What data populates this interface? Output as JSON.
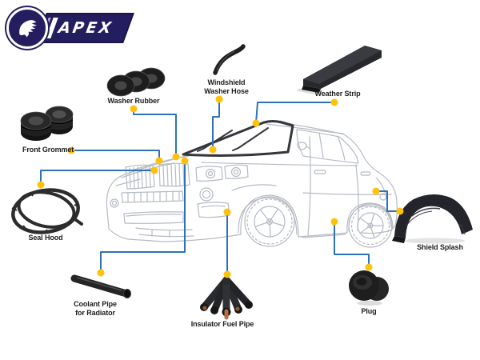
{
  "logo": {
    "brand": "APEX"
  },
  "colors": {
    "connector_line": "#2d72b9",
    "marker_dot": "#ffc20a",
    "logo_navy": "#241d5f",
    "logo_pink": "#c9a2c7",
    "part_black": "#1f1f1f",
    "car_outline": "#b6bac3",
    "windshield_outline": "#34363c",
    "label_text": "#1c1c1e"
  },
  "parts": [
    {
      "id": "washer-rubber",
      "label": "Washer Rubber"
    },
    {
      "id": "windshield-washer-hose",
      "label": "Windshield Washer Hose",
      "label_lines": [
        "Windshield",
        "Washer Hose"
      ]
    },
    {
      "id": "weather-strip",
      "label": "Weather Strip"
    },
    {
      "id": "front-grommet",
      "label": "Front Grommet"
    },
    {
      "id": "seal-hood",
      "label": "Seal Hood"
    },
    {
      "id": "coolant-pipe-for-radiator",
      "label": "Coolant Pipe for Radiator",
      "label_lines": [
        "Coolant Pipe",
        "for Radiator"
      ]
    },
    {
      "id": "insulator-fuel-pipe",
      "label": "Insulator Fuel Pipe"
    },
    {
      "id": "plug",
      "label": "Plug"
    },
    {
      "id": "shield-splash",
      "label": "Shield Splash"
    }
  ]
}
